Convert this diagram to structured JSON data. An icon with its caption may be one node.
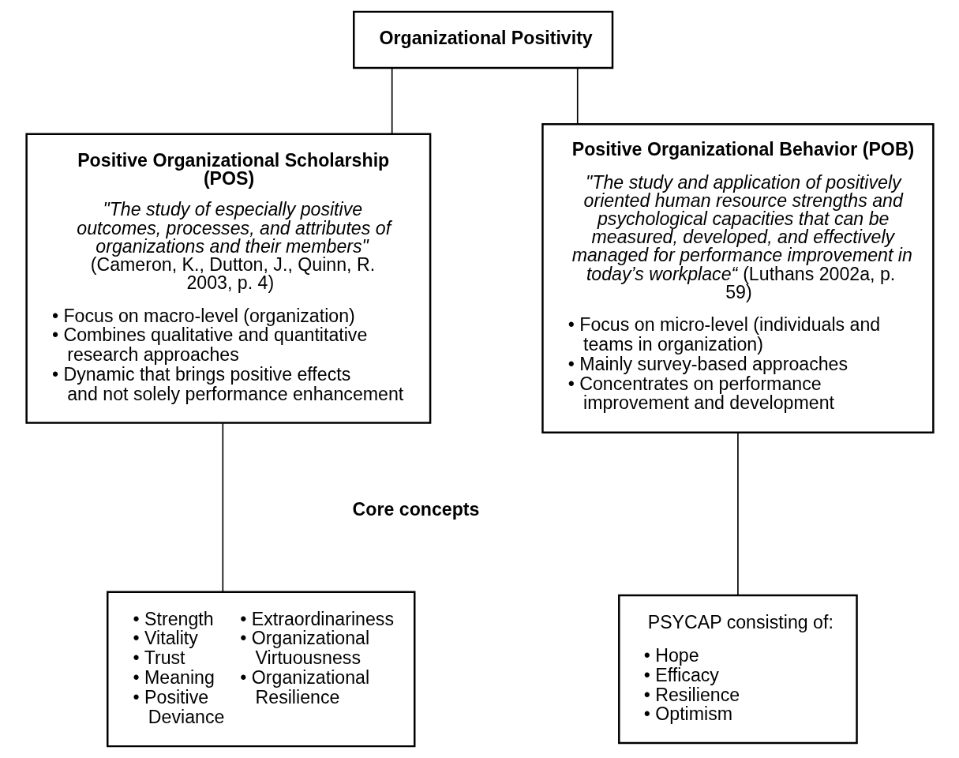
{
  "diagram": {
    "nodes": [
      {
        "text": [
          "Organizational Positivity"
        ]
      },
      {
        "text": [
          "Positive Organizational Scholarship (POS)",
          "*\"The study of especially positive outcomes, processes, and attributes of organizations and their members\"* (Cameron, K., Dutton, J., Quinn, R. 2003, p. 4)",
          "• Focus on macro-level (organization)",
          "• Combines qualitative and quantitative research approaches",
          "• Dynamic that brings positive effects and not solely performance enhancement"
        ]
      },
      {
        "text": [
          "Positive Organizational Behavior (POB)",
          "*\"The study and application of positively oriented human resource strengths and psychological capacities that can be measured, developed, and effectively managed for performance improvement in today’s workplace“* (Luthans 2002a, p. 59)",
          "• Focus on micro-level (individuals and teams in organization)",
          "• Mainly survey-based approaches",
          "• Concentrates on performance improvement and development"
        ]
      },
      {
        "text": [
          "• Strength",
          "• Vitality",
          "• Trust",
          "• Meaning",
          "• Positive Deviance",
          "• Extraordinariness",
          "• Organizational Virtuousness",
          "• Organizational Resilience"
        ]
      },
      {
        "text": [
          "PSYCAP consisting of:",
          "• Hope",
          "• Efficacy",
          "• Resilience",
          "• Optimism"
        ]
      }
    ],
    "edges": [
      {
        "from": 0,
        "to": 1,
        "arrow": "none"
      },
      {
        "from": 0,
        "to": 2,
        "arrow": "none"
      },
      {
        "from": 1,
        "to": 3,
        "arrow": "none"
      },
      {
        "from": 2,
        "to": 4,
        "arrow": "none"
      }
    ],
    "labels": [
      "Core concepts"
    ]
  }
}
